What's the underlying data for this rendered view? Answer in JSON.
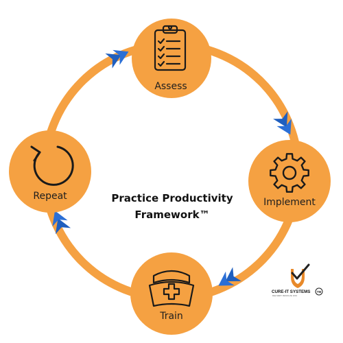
{
  "diagram": {
    "title_line1": "Practice Productivity",
    "title_line2": "Framework™",
    "steps": [
      {
        "label": "Assess",
        "icon": "clipboard-checklist-icon"
      },
      {
        "label": "Implement",
        "icon": "gear-icon"
      },
      {
        "label": "Train",
        "icon": "nurse-cap-icon"
      },
      {
        "label": "Repeat",
        "icon": "refresh-icon"
      }
    ],
    "flow": "clockwise",
    "colors": {
      "node_fill": "#F5A142",
      "ring": "#F5A142",
      "arrow": "#1F5FBF",
      "icon_stroke": "#1a1a1a"
    }
  },
  "logo": {
    "name": "CURE-IT SYSTEMS",
    "tm": "TM",
    "tagline": "DELIVERY RESOLVE 1001",
    "colors": {
      "orange": "#E8892A",
      "dark": "#222222"
    }
  }
}
